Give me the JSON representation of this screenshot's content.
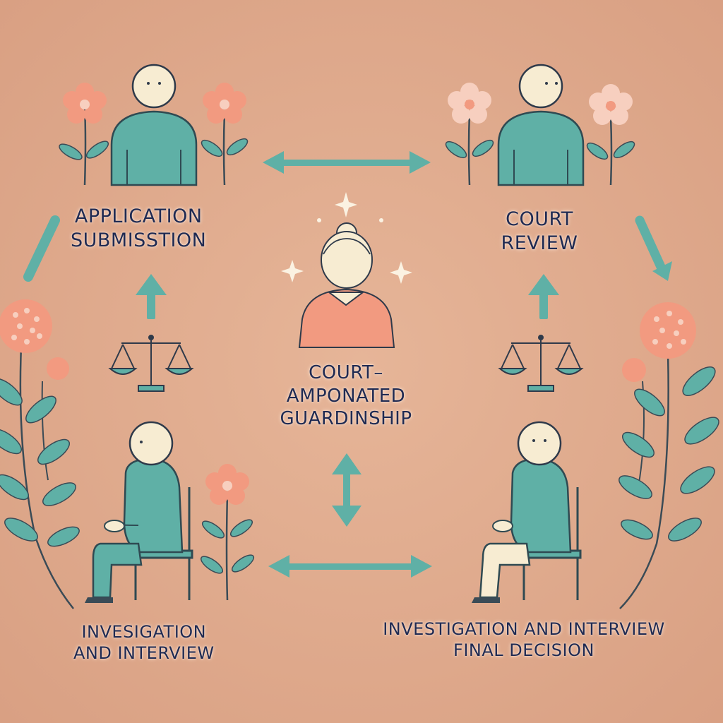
{
  "colors": {
    "background": "#e2ad8e",
    "teal": "#5fb0a6",
    "coral": "#f29a80",
    "blush": "#f7cfbf",
    "skin": "#f7ecd2",
    "ink": "#1f2a52"
  },
  "labels": {
    "application_submission": [
      "APPLICATION",
      "SUBMISSTION"
    ],
    "court_review": [
      "COURT",
      "REVIEW"
    ],
    "center": [
      "COURT–",
      "AMPONATED",
      "GUARDINSHIP"
    ],
    "investigation_left": [
      "INVESIGATION",
      "AND INTERVIEW"
    ],
    "investigation_right": [
      "INVESTIGATION AND INTERVIEW",
      "FINAL DECISION"
    ]
  },
  "icons": [
    "person-icon",
    "flower-icon",
    "scales-icon",
    "chair-icon",
    "arrow-icon",
    "sparkle-icon",
    "guardian-icon"
  ]
}
